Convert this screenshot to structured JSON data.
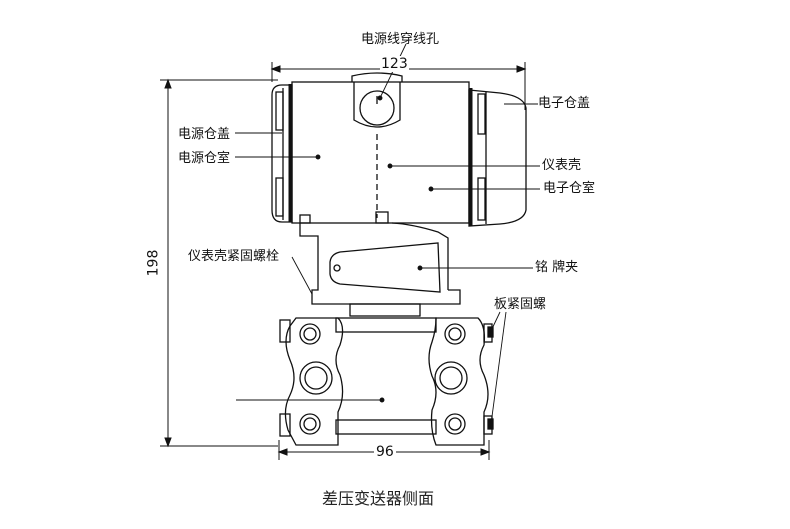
{
  "labels": {
    "power_cable_hole": "电源线穿线孔",
    "power_cover": "电源仓盖",
    "power_chamber": "电源仓室",
    "electronic_cover": "电子仓盖",
    "housing": "仪表壳",
    "electronic_chamber": "电子仓室",
    "housing_bolt": "仪表壳紧固螺栓",
    "nameplate_clip": "铭 牌夹",
    "plate_bolt": "板紧固螺"
  },
  "dimensions": {
    "width_top": "123",
    "height": "198",
    "width_bottom": "96"
  },
  "caption": "差压变送器侧面"
}
